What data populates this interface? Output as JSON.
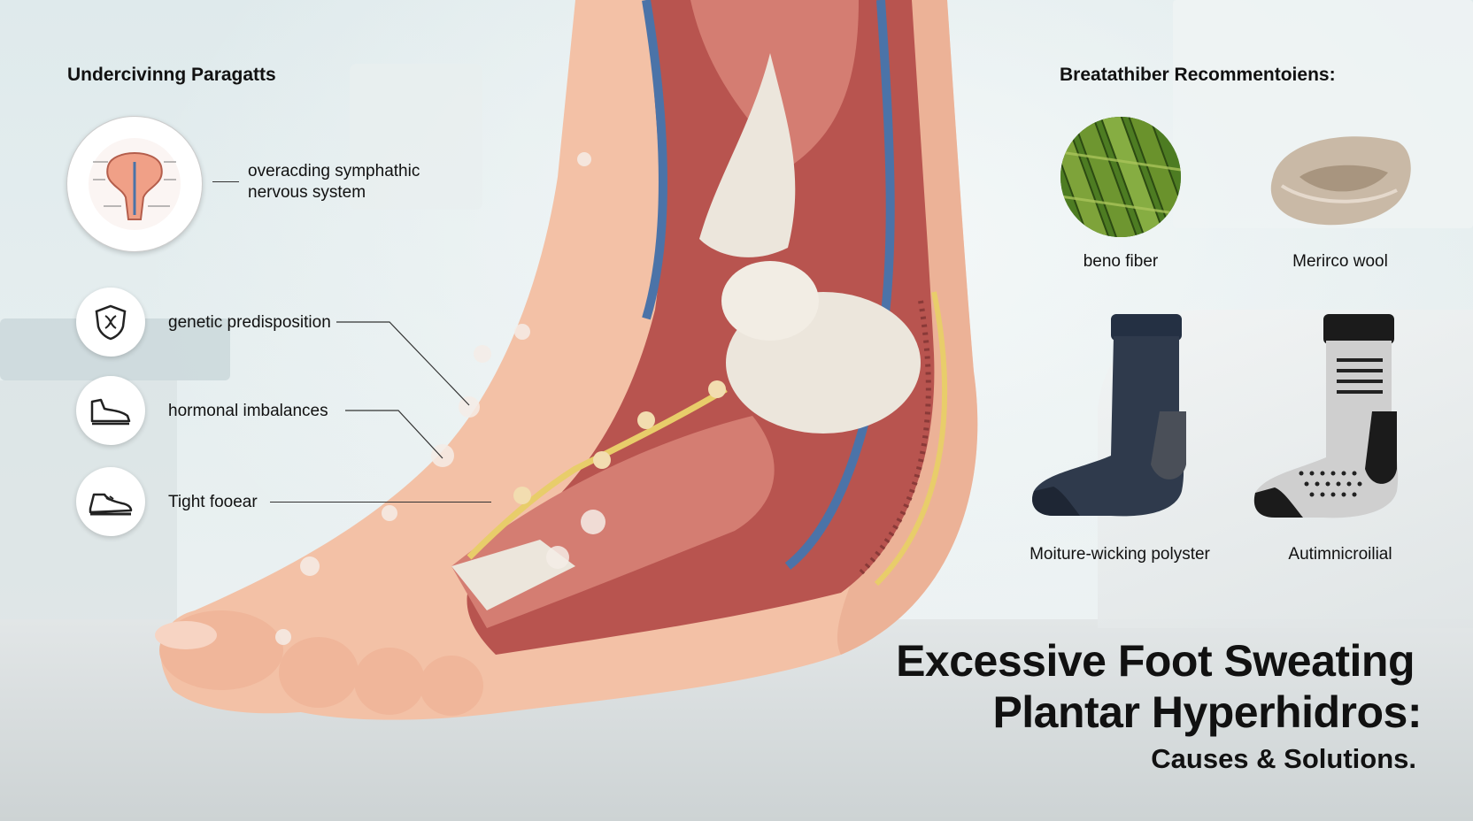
{
  "causes": {
    "heading": "Undercivinng Paragatts",
    "nervous": "overacding symphathic nervous system",
    "genetic": "genetic predisposition",
    "hormonal": "hormonal imbalances",
    "footwear": "Tight fooear"
  },
  "recommendations": {
    "heading": "Breatathiber Recommentoiens:",
    "bamboo": "beno fiber",
    "merino": "Merirco wool",
    "polyester": "Moiture-wicking polyster",
    "antimicrobial": "Autimnicroilial"
  },
  "title": {
    "line1": "Excessive Foot Sweating",
    "line2": "Plantar Hyperhidros:",
    "line3": "Causes & Solutions."
  },
  "colors": {
    "skin": "#f3c1a6",
    "muscle": "#c9665f",
    "bone": "#ece6dc",
    "nerve": "#e8cd6a",
    "vein": "#4b73a8",
    "bamboo": "#5f8a2a",
    "wool": "#c9b9a6",
    "sock_dark": "#2f3a4c",
    "sock_gray": "#cfcfcf"
  },
  "icons": [
    "brain-diagram-icon",
    "dna-shield-icon",
    "dress-shoe-icon",
    "sneaker-icon"
  ]
}
